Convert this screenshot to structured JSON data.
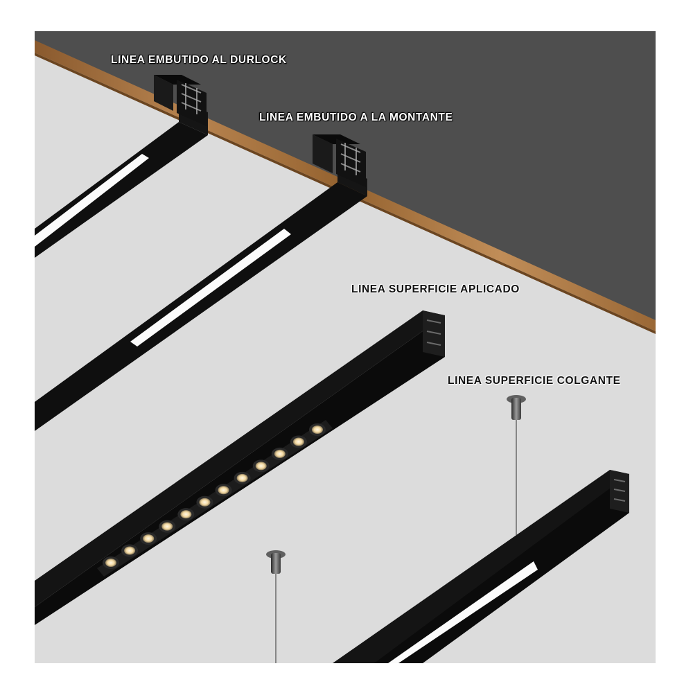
{
  "labels": {
    "embutido_durlock": "LINEA EMBUTIDO AL DURLOCK",
    "embutido_montante": "LINEA EMBUTIDO A LA MONTANTE",
    "superficie_aplicado": "LINEA SUPERFICIE APLICADO",
    "superficie_colgante": "LINEA SUPERFICIE COLGANTE"
  },
  "colors": {
    "ceiling_dark": "#4e4e4e",
    "wood_edge": "#a0703f",
    "ceiling_light": "#dcdcdc",
    "profile_black": "#0d0d0d",
    "diffuser_white": "#fbfbfb",
    "led_warm": "#f6dfae"
  },
  "icons": [
    "track-profile-icon",
    "suspension-cable-icon",
    "led-spot-icon"
  ]
}
